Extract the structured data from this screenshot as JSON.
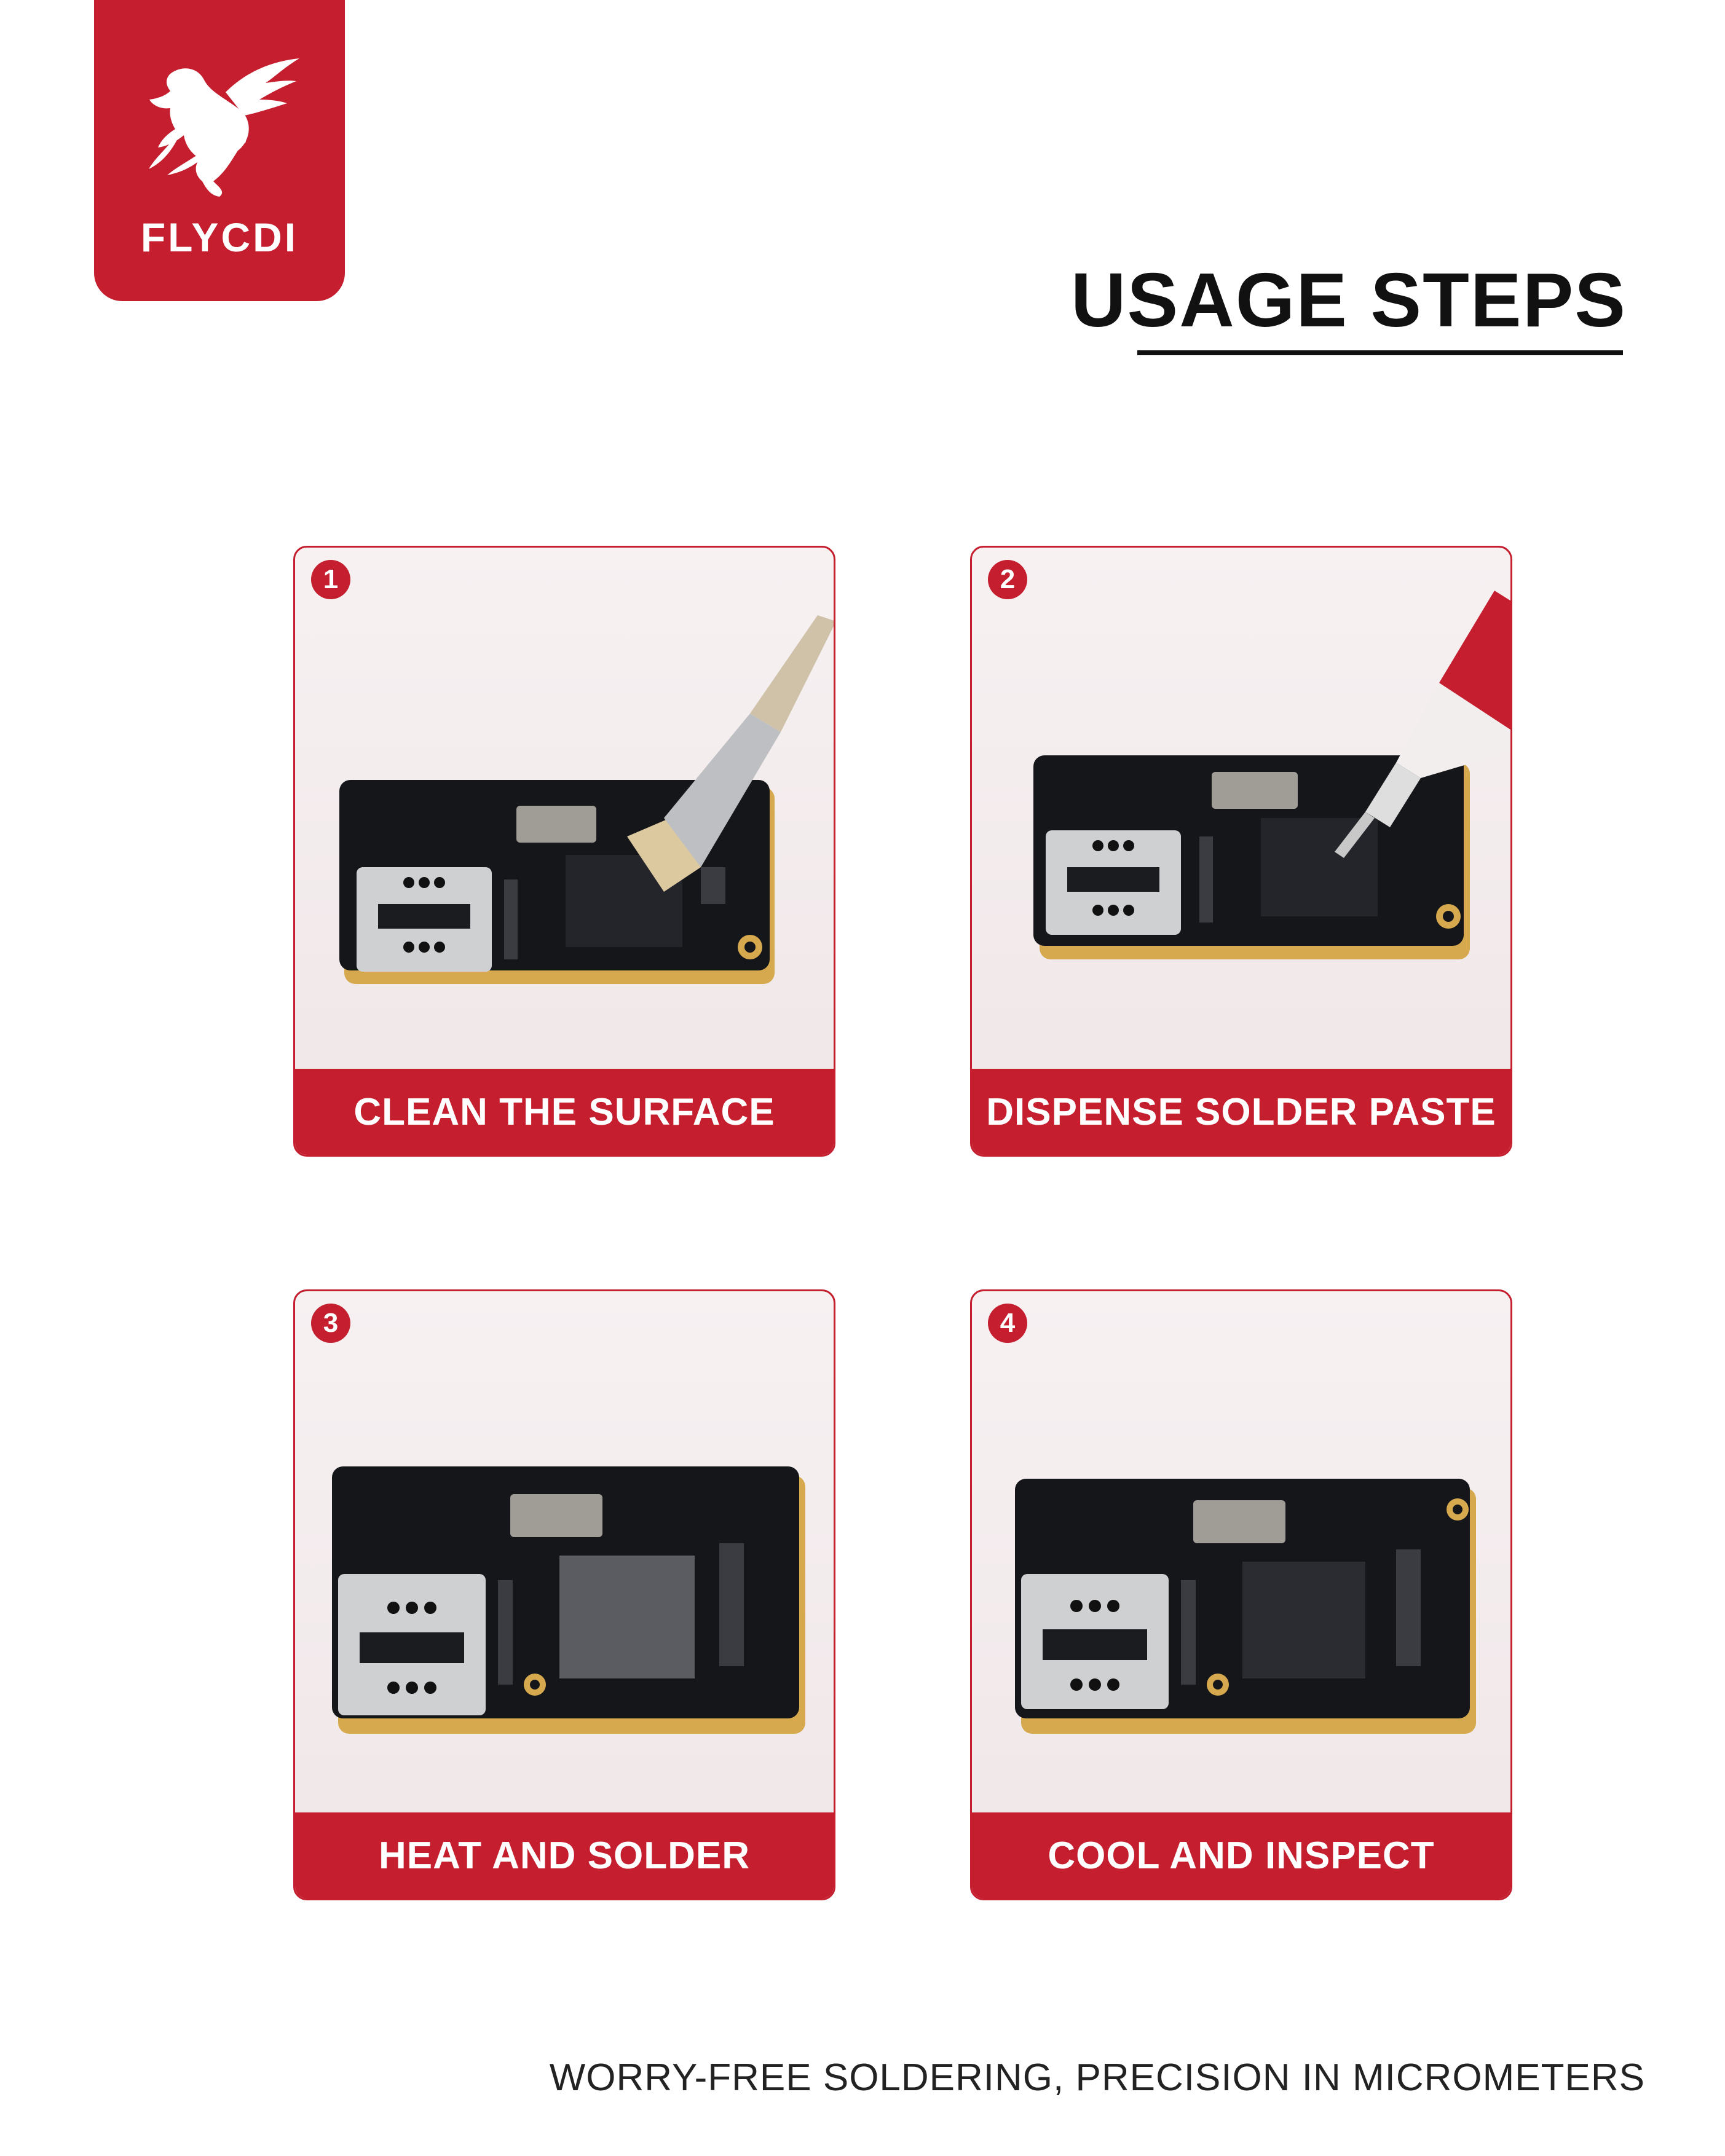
{
  "brand": {
    "name": "FLYCDI",
    "color": "#c41e2f",
    "logo_icon": "pegasus-icon"
  },
  "title": "USAGE STEPS",
  "steps": [
    {
      "number": "1",
      "label": "CLEAN THE SURFACE",
      "tool": "brush-icon"
    },
    {
      "number": "2",
      "label": "DISPENSE SOLDER PASTE",
      "tool": "syringe-icon"
    },
    {
      "number": "3",
      "label": "HEAT AND SOLDER",
      "tool": "none"
    },
    {
      "number": "4",
      "label": "COOL AND INSPECT",
      "tool": "none"
    }
  ],
  "footer": {
    "tagline": "WORRY-FREE SOLDERING, PRECISION IN MICROMETERS"
  }
}
